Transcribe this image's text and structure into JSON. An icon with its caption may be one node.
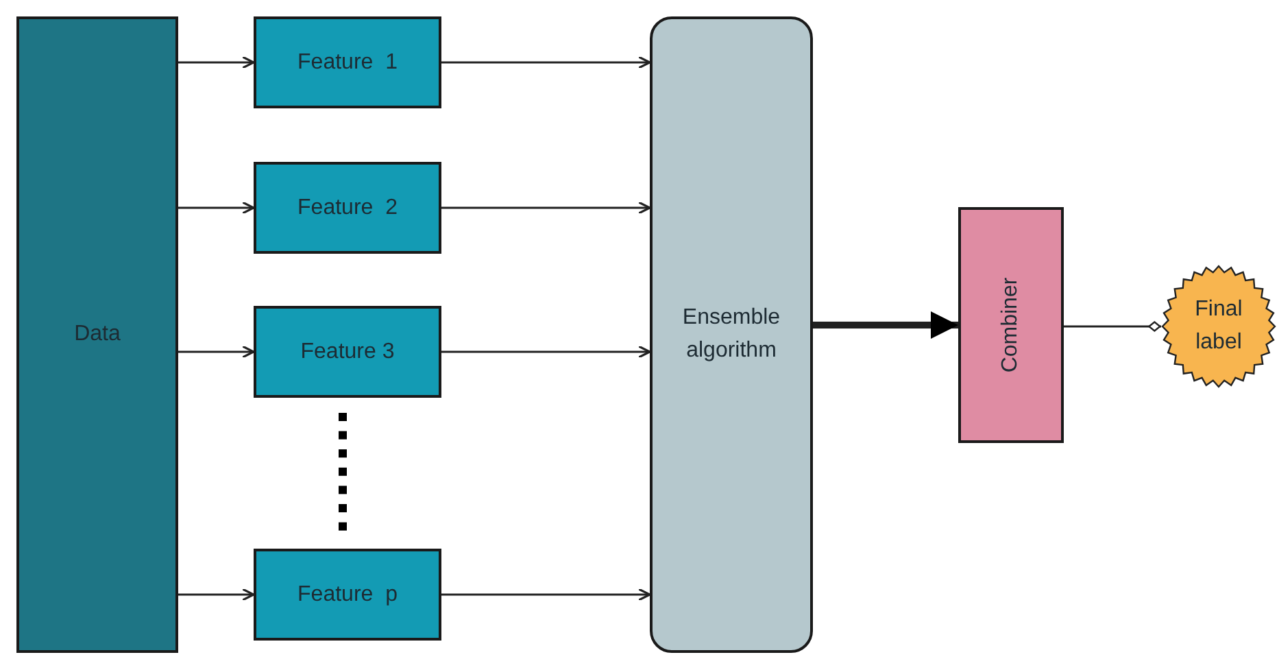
{
  "diagram": {
    "nodes": [
      {
        "text": [
          "Data"
        ]
      },
      {
        "text": [
          "Feature  1"
        ]
      },
      {
        "text": [
          "Feature  2"
        ]
      },
      {
        "text": [
          "Feature 3"
        ]
      },
      {
        "text": [
          "Feature  p"
        ]
      },
      {
        "text": [
          "Ensemble algorithm"
        ]
      },
      {
        "text": [
          "Combiner"
        ]
      },
      {
        "text": [
          "Final label"
        ]
      }
    ],
    "edges": [
      {
        "from": 0,
        "to": 1,
        "arrow": "to"
      },
      {
        "from": 0,
        "to": 2,
        "arrow": "to"
      },
      {
        "from": 0,
        "to": 3,
        "arrow": "to"
      },
      {
        "from": 0,
        "to": 4,
        "arrow": "to"
      },
      {
        "from": 1,
        "to": 5,
        "arrow": "to"
      },
      {
        "from": 2,
        "to": 5,
        "arrow": "to"
      },
      {
        "from": 3,
        "to": 5,
        "arrow": "to"
      },
      {
        "from": 4,
        "to": 5,
        "arrow": "to"
      },
      {
        "from": 5,
        "to": 6,
        "arrow": "to",
        "style": "thick"
      },
      {
        "from": 6,
        "to": 7,
        "arrow": "other"
      }
    ]
  }
}
